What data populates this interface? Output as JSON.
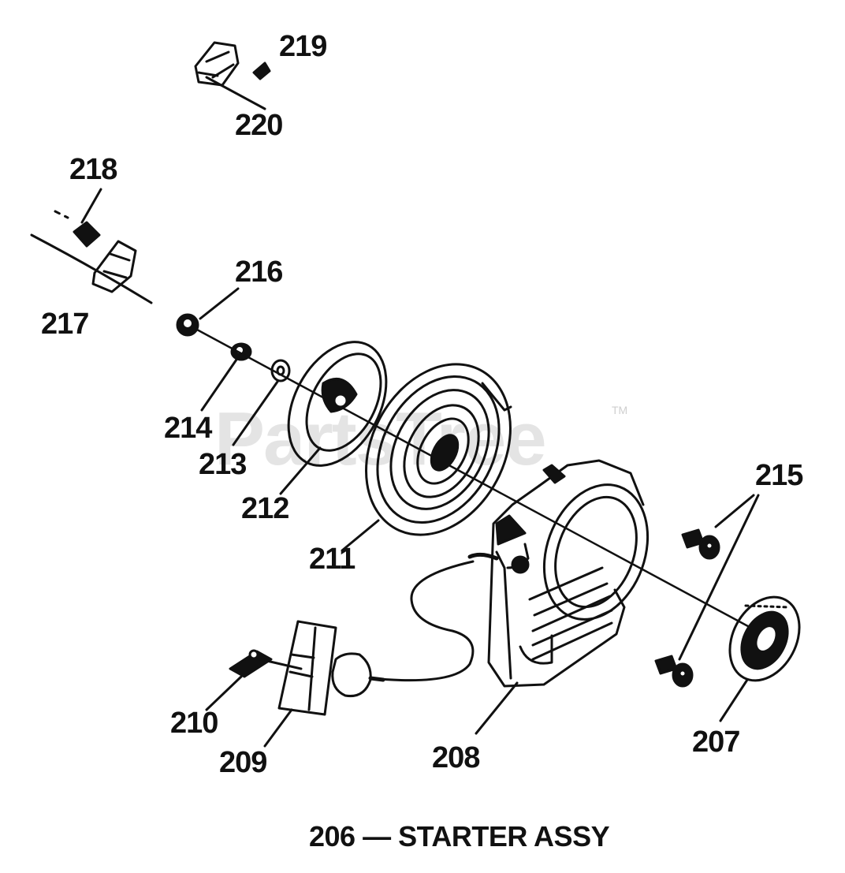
{
  "watermark": {
    "text": "PartsTree",
    "trademark": "TM"
  },
  "caption": "206 — STARTER ASSY",
  "callouts": {
    "p207": "207",
    "p208": "208",
    "p209": "209",
    "p210": "210",
    "p211": "211",
    "p212": "212",
    "p213": "213",
    "p214": "214",
    "p215": "215",
    "p216": "216",
    "p217": "217",
    "p218": "218",
    "p219": "219",
    "p220": "220"
  }
}
